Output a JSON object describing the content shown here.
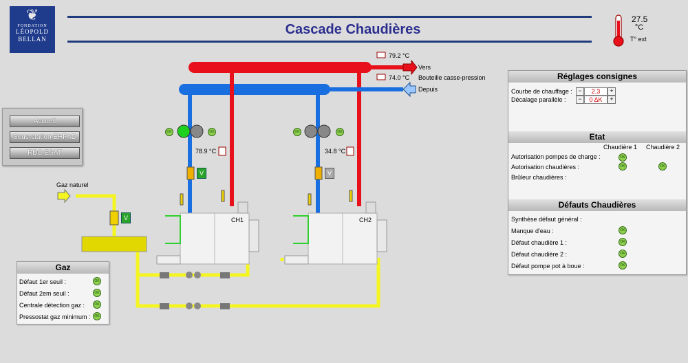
{
  "logo": {
    "l1": "FONDATION",
    "l2": "LÉOPOLD",
    "l3": "BELLAN"
  },
  "header": {
    "title": "Cascade Chaudières"
  },
  "ext_temp": {
    "value": "27.5",
    "unit": "°C",
    "label": "T° ext"
  },
  "nav": {
    "accueil": "Accueil",
    "sous_station": "Sous-station EHPAD",
    "rdc": "RDC ESAT"
  },
  "diagram": {
    "t_depart": "79.2 °C",
    "vers_label": "Vers",
    "t_bouteille": "74.0 °C",
    "bouteille_label": "Bouteille casse-pression",
    "depuis_label": "Depuis",
    "ch1_temp": "78.9 °C",
    "ch2_temp": "34.8 °C",
    "ch1_label": "CH1",
    "ch2_label": "CH2",
    "gaz_label": "Gaz naturel",
    "valve_ch1": "V",
    "valve_ch2": "V",
    "valve_gaz": "V",
    "ok": "OK"
  },
  "reglages": {
    "title": "Réglages consignes",
    "courbe_label": "Courbe de chauffage :",
    "courbe_value": "2.3",
    "decalage_label": "Décalage parallèle :",
    "decalage_value": "0 ΔK",
    "minus": "−",
    "plus": "+"
  },
  "etat": {
    "title": "Etat",
    "col1": "Chaudière 1",
    "col2": "Chaudière 2",
    "rows": [
      "Autorisation pompes de charge :",
      "Autorisation chaudières :",
      "Brûleur chaudières :"
    ]
  },
  "defauts": {
    "title": "Défauts Chaudières",
    "rows": [
      "Synthèse défaut général :",
      "Manque d'eau :",
      "Défaut chaudière 1 :",
      "Défaut chaudière 2 :",
      "Défaut pompe pot à boue :"
    ]
  },
  "gaz": {
    "title": "Gaz",
    "rows": [
      "Défaut 1er seuil :",
      "Défaut 2em seuil :",
      "Centrale détection gaz :",
      "Pressostat gaz minimum :"
    ]
  },
  "colors": {
    "hot": "#e8101a",
    "cold": "#1a6fe0",
    "gas": "#f5f522",
    "title": "#2b2e8f",
    "ok": "#8fd14f"
  }
}
